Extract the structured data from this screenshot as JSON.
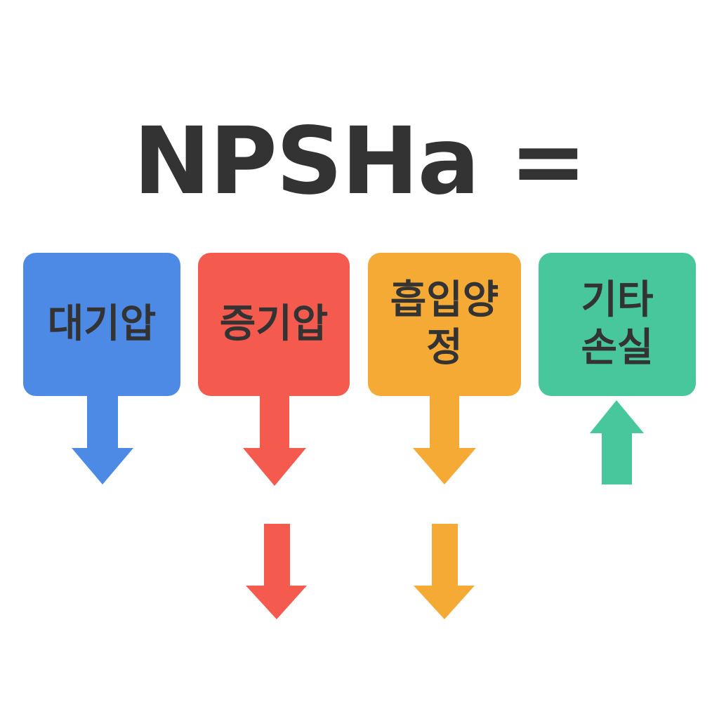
{
  "title": "NPSHa =",
  "colors": {
    "text": "#333333",
    "blue": "#4d8ae6",
    "red": "#f55a4e",
    "orange": "#f5aa35",
    "green": "#48c79c"
  },
  "boxes": [
    {
      "label": "대기압",
      "color": "#4d8ae6",
      "direction": "down"
    },
    {
      "label": "증기압",
      "color": "#f55a4e",
      "direction": "down"
    },
    {
      "label": "흡입양\n정",
      "color": "#f5aa35",
      "direction": "down"
    },
    {
      "label": "기타\n손실",
      "color": "#48c79c",
      "direction": "up"
    }
  ],
  "extra_arrows": [
    {
      "color": "#f55a4e",
      "direction": "down"
    },
    {
      "color": "#f5aa35",
      "direction": "down"
    }
  ]
}
